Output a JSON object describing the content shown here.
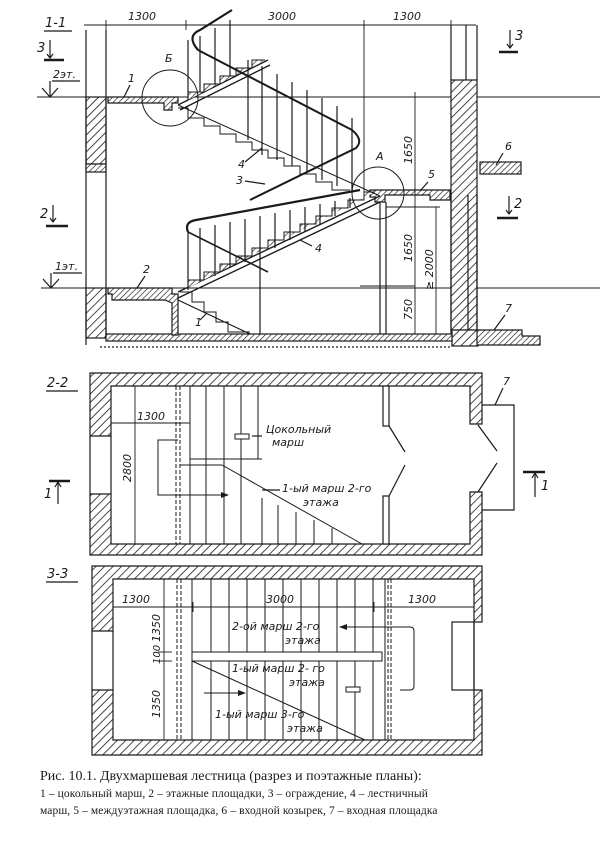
{
  "figure": {
    "title": "Рис. 10.1. Двухмаршевая лестница (разрез и поэтажные планы):",
    "legend_line1": "1 – цокольный марш, 2 – этажные площадки, 3 – ограждение, 4 – лестничный",
    "legend_line2": "марш, 5 – междуэтажная площадка, 6 – входной козырек, 7 – входная площадка"
  },
  "section_1_1": {
    "label": "1-1",
    "cut_marker_left": "3",
    "cut_marker_right": "3",
    "cut_marker_2_left": "2",
    "cut_marker_2_right": "2",
    "level_2": "2эт.",
    "level_1": "1эт.",
    "dim_top": [
      "1300",
      "3000",
      "1300"
    ],
    "dim_vertical": [
      "1650",
      "1650",
      "750",
      "≥ 2000"
    ],
    "callouts": [
      "1",
      "2",
      "3",
      "4",
      "4",
      "5",
      "6",
      "7",
      "1"
    ],
    "nodes": [
      "Б",
      "А"
    ]
  },
  "plan_2_2": {
    "label": "2-2",
    "cut_marker_left": "1",
    "cut_marker_right": "1",
    "dim_width": "1300",
    "dim_depth": "2800",
    "flight_labels": [
      {
        "line1": "Цокольный",
        "line2": "марш"
      },
      {
        "line1": "1-ый марш 2-го",
        "line2": "этажа"
      }
    ],
    "callout": "7"
  },
  "plan_3_3": {
    "label": "3-3",
    "dims_horizontal": [
      "1300",
      "3000",
      "1300"
    ],
    "dims_vertical": [
      "1350",
      "100",
      "1350"
    ],
    "flight_labels": [
      {
        "line1": "2-ой марш 2-го",
        "line2": "этажа"
      },
      {
        "line1": "1-ый марш 2- го",
        "line2": "этажа"
      },
      {
        "line1": "1-ый марш 3-го",
        "line2": "этажа"
      }
    ]
  }
}
